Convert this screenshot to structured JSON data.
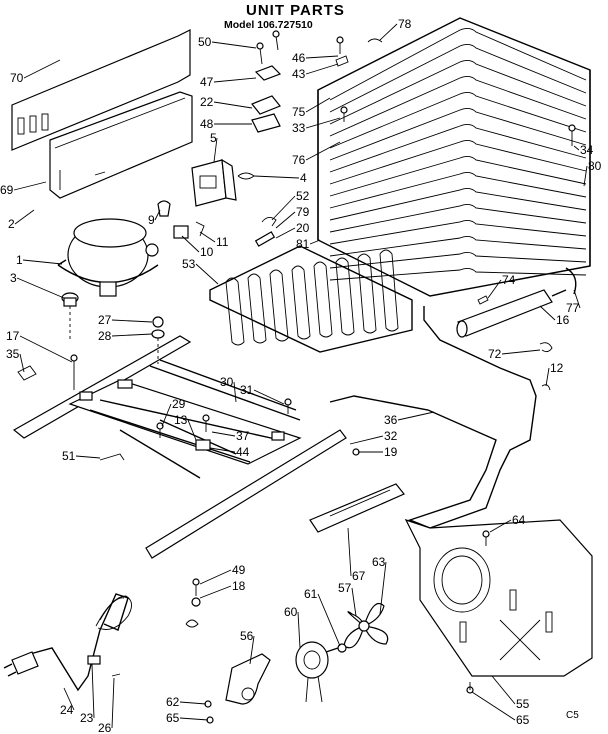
{
  "header": {
    "title": "UNIT PARTS",
    "model": "Model 106.727510"
  },
  "corner_code": "C5",
  "callouts": [
    {
      "id": "c70",
      "text": "70"
    },
    {
      "id": "c69",
      "text": "69"
    },
    {
      "id": "c2",
      "text": "2"
    },
    {
      "id": "c1",
      "text": "1"
    },
    {
      "id": "c3",
      "text": "3"
    },
    {
      "id": "c17",
      "text": "17"
    },
    {
      "id": "c35",
      "text": "35"
    },
    {
      "id": "c51",
      "text": "51"
    },
    {
      "id": "c50",
      "text": "50"
    },
    {
      "id": "c47",
      "text": "47"
    },
    {
      "id": "c22",
      "text": "22"
    },
    {
      "id": "c48",
      "text": "48"
    },
    {
      "id": "c5",
      "text": "5"
    },
    {
      "id": "c46",
      "text": "46"
    },
    {
      "id": "c43",
      "text": "43"
    },
    {
      "id": "c78",
      "text": "78"
    },
    {
      "id": "c75",
      "text": "75"
    },
    {
      "id": "c33",
      "text": "33"
    },
    {
      "id": "c76",
      "text": "76"
    },
    {
      "id": "c4",
      "text": "4"
    },
    {
      "id": "c52",
      "text": "52"
    },
    {
      "id": "c79",
      "text": "79"
    },
    {
      "id": "c20",
      "text": "20"
    },
    {
      "id": "c81",
      "text": "81"
    },
    {
      "id": "c9",
      "text": "9"
    },
    {
      "id": "c10",
      "text": "10"
    },
    {
      "id": "c11",
      "text": "11"
    },
    {
      "id": "c53",
      "text": "53"
    },
    {
      "id": "c34",
      "text": "34"
    },
    {
      "id": "c80",
      "text": "80"
    },
    {
      "id": "c74",
      "text": "74"
    },
    {
      "id": "c77",
      "text": "77"
    },
    {
      "id": "c16",
      "text": "16"
    },
    {
      "id": "c72",
      "text": "72"
    },
    {
      "id": "c12",
      "text": "12"
    },
    {
      "id": "c27",
      "text": "27"
    },
    {
      "id": "c28",
      "text": "28"
    },
    {
      "id": "c30",
      "text": "30"
    },
    {
      "id": "c31",
      "text": "31"
    },
    {
      "id": "c29",
      "text": "29"
    },
    {
      "id": "c13",
      "text": "13"
    },
    {
      "id": "c37",
      "text": "37"
    },
    {
      "id": "c44",
      "text": "44"
    },
    {
      "id": "c36",
      "text": "36"
    },
    {
      "id": "c32",
      "text": "32"
    },
    {
      "id": "c19",
      "text": "19"
    },
    {
      "id": "c64",
      "text": "64"
    },
    {
      "id": "c67",
      "text": "67"
    },
    {
      "id": "c63",
      "text": "63"
    },
    {
      "id": "c57",
      "text": "57"
    },
    {
      "id": "c61",
      "text": "61"
    },
    {
      "id": "c60",
      "text": "60"
    },
    {
      "id": "c56",
      "text": "56"
    },
    {
      "id": "c49",
      "text": "49"
    },
    {
      "id": "c18",
      "text": "18"
    },
    {
      "id": "c24",
      "text": "24"
    },
    {
      "id": "c23",
      "text": "23"
    },
    {
      "id": "c26",
      "text": "26"
    },
    {
      "id": "c62",
      "text": "62"
    },
    {
      "id": "c65a",
      "text": "65"
    },
    {
      "id": "c55",
      "text": "55"
    },
    {
      "id": "c65b",
      "text": "65"
    }
  ]
}
